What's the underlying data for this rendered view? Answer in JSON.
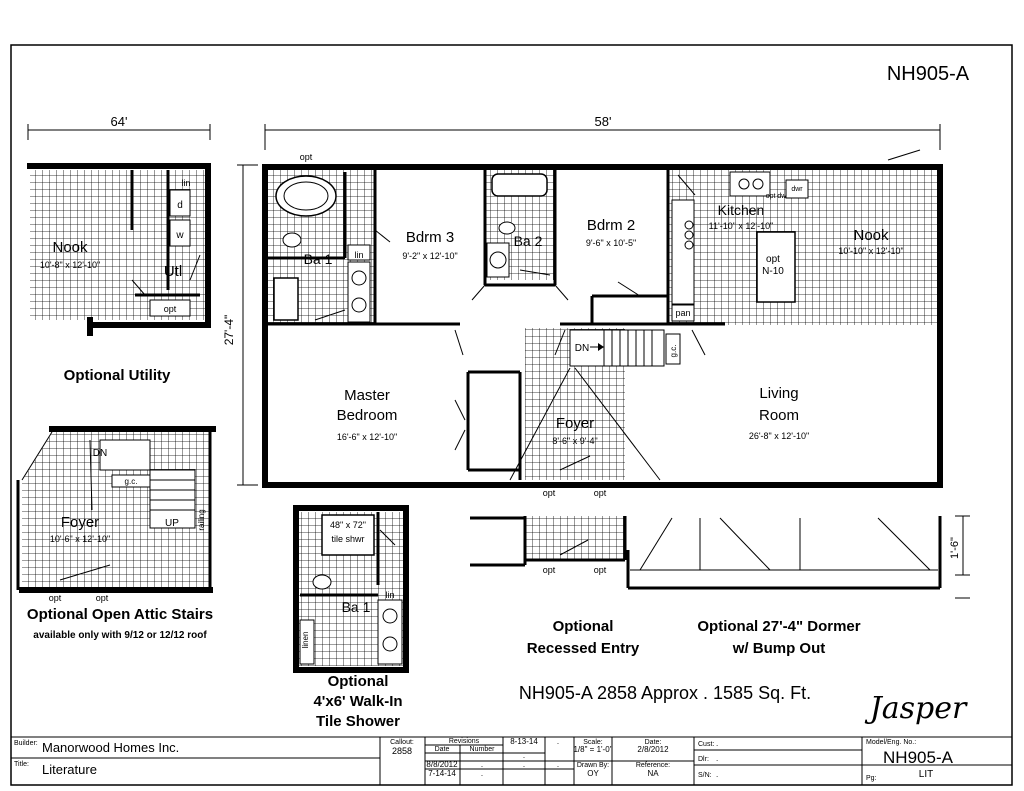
{
  "header": {
    "model_code": "NH905-A"
  },
  "main_plan": {
    "width_dim": "58'",
    "depth_dim": "27'-4\"",
    "rooms": [
      {
        "name": "Bdrm 3",
        "size": "9'-2\" x 12'-10\""
      },
      {
        "name": "Bdrm 2",
        "size": "9'-6\" x 10'-5\""
      },
      {
        "name": "Kitchen",
        "size": "11'-10\" x 12'-10\""
      },
      {
        "name": "Nook",
        "size": "10'-10\" x 12'-10\""
      },
      {
        "name": "Master Bedroom",
        "line1": "Master",
        "line2": "Bedroom",
        "size": "16'-6\" x 12'-10\""
      },
      {
        "name": "Foyer",
        "size": "8'-6\" x 9'-4\""
      },
      {
        "name": "Living Room",
        "line1": "Living",
        "line2": "Room",
        "size": "26'-8\" x 12'-10\""
      }
    ],
    "ba1": "Ba 1",
    "ba2": "Ba 2",
    "lin": "lin",
    "pan": "pan",
    "dn": "DN",
    "gc": "g.c.",
    "island_opt": "opt",
    "island_code": "N-10",
    "opt": "opt",
    "opt_dw": "opt dw",
    "dwr": "dwr"
  },
  "optional_utility": {
    "dim": "64'",
    "room": "Nook",
    "size": "10'-8\" x 12'-10\"",
    "utl": "Utl",
    "lin": "lin",
    "d": "d",
    "w": "w",
    "opt": "opt",
    "title": "Optional Utility"
  },
  "optional_attic": {
    "room": "Foyer",
    "size": "10'-6\" x 12'-10\"",
    "dn": "DN",
    "up": "UP",
    "gc": "g.c.",
    "railing": "railing",
    "opt1": "opt",
    "opt2": "opt",
    "title": "Optional Open Attic Stairs",
    "subtitle": "available only with 9/12 or 12/12 roof"
  },
  "walkin_shower": {
    "shower": "48\" x 72\"",
    "shower2": "tile shwr",
    "ba1": "Ba 1",
    "lin": "lin",
    "linen": "linen",
    "title1": "Optional",
    "title2": "4'x6' Walk-In",
    "title3": "Tile Shower"
  },
  "recessed_entry": {
    "opt1": "opt",
    "opt2": "opt",
    "title1": "Optional",
    "title2": "Recessed Entry"
  },
  "dormer": {
    "dim": "1'-6\"",
    "title1": "Optional 27'-4\" Dormer",
    "title2": "w/ Bump Out"
  },
  "summary": "NH905-A 2858  Approx . 1585 Sq. Ft.",
  "brand": "Jasper",
  "title_block": {
    "builder_label": "Builder:",
    "builder": "Manorwood Homes Inc.",
    "title_label": "Title:",
    "title": "Literature",
    "callout_label": "Callout:",
    "callout": "2858",
    "revisions_label": "Revisions",
    "rev_date_label": "Date",
    "rev_number_label": "Number",
    "rev_dates": [
      "8/8/2012",
      "7-14-14"
    ],
    "rev_extra": "8-13-14",
    "scale_label": "Scale:",
    "scale": "1/8\" = 1'-0\"",
    "drawn_label": "Drawn By:",
    "drawn": "OY",
    "date_label": "Date:",
    "date": "2/8/2012",
    "ref_label": "Reference:",
    "ref": "NA",
    "cust_label": "Cust:",
    "dlr_label": "Dlr:",
    "sn_label": "S/N:",
    "model_label": "Model/Eng. No.:",
    "model": "NH905-A",
    "pg_label": "Pg:",
    "pg": "LIT",
    "dot": "."
  }
}
